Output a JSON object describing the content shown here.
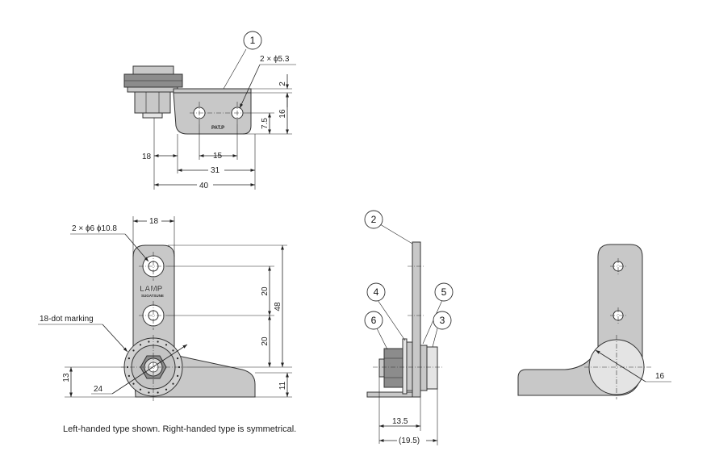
{
  "top_view": {
    "dims": {
      "d2": "2",
      "d16": "16",
      "d7_5": "7.5",
      "d18": "18",
      "d15": "15",
      "d31": "31",
      "d40": "40"
    },
    "hole_callout": "2 × ϕ5.3",
    "stamp": "PAT.P",
    "balloon": "1"
  },
  "front_view": {
    "dims": {
      "d18": "18",
      "d20a": "20",
      "d20b": "20",
      "d48": "48",
      "d13": "13",
      "d11": "11",
      "d24": "24"
    },
    "hole_callout": "2 × ϕ6 ϕ10.8",
    "marking_callout": "18-dot marking",
    "logo_main": "LAMP",
    "logo_sub": "SUGATSUNE"
  },
  "side_view": {
    "balloons": [
      "2",
      "4",
      "5",
      "6",
      "3"
    ],
    "dims": {
      "d13_5": "13.5",
      "d19_5": "(19.5)"
    }
  },
  "rear_view": {
    "dims": {
      "d16": "16"
    }
  },
  "footnote": "Left-handed type shown. Right-handed type is symmetrical."
}
